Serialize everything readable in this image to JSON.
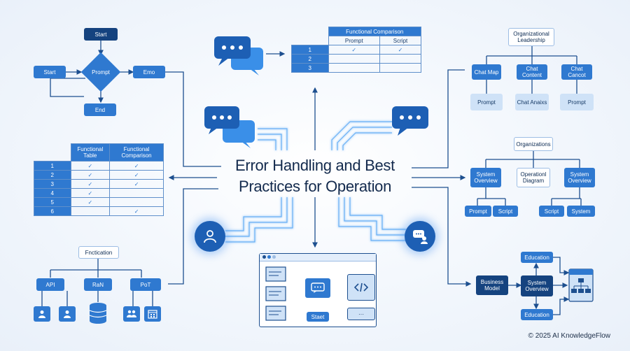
{
  "title": "Error Handling and Best Practices for Operation",
  "footer": "© 2025 AI KnowledgeFlow",
  "flowchart": {
    "start_top": "Start",
    "start_left": "Start",
    "decision": "Prompt",
    "right": "Emo",
    "end": "End"
  },
  "functional_table_left": {
    "headers": [
      "Functional Table",
      "Functional Comparison"
    ],
    "rows": [
      {
        "n": "1",
        "a": "✓",
        "b": "✓"
      },
      {
        "n": "2",
        "a": "✓",
        "b": "✓"
      },
      {
        "n": "3",
        "a": "✓",
        "b": "✓"
      },
      {
        "n": "4",
        "a": "✓",
        "b": ""
      },
      {
        "n": "5",
        "a": "✓",
        "b": ""
      },
      {
        "n": "6",
        "a": "",
        "b": "✓"
      }
    ]
  },
  "top_table": {
    "title": "Functional Comparison",
    "headers": [
      "Prompt",
      "Script"
    ],
    "rows": [
      {
        "n": "1",
        "a": "✓",
        "b": "✓"
      },
      {
        "n": "2",
        "a": "",
        "b": ""
      },
      {
        "n": "3",
        "a": "",
        "b": ""
      }
    ]
  },
  "functionality_tree": {
    "root": "Fnctication",
    "children": [
      "API",
      "RaN",
      "PoT"
    ]
  },
  "org_leadership": {
    "root": "Organizational Leadership",
    "level1": [
      "Chat Map",
      "Chat Content",
      "Chat Cancot"
    ],
    "level2": [
      "Prompt",
      "Chat Anaixs",
      "Prompt"
    ]
  },
  "organizations": {
    "root": "Organizations",
    "level1": [
      "System Overview",
      "Operationl Diagram",
      "System Overview"
    ],
    "level2": [
      "Prompt",
      "Script",
      "Script",
      "System"
    ]
  },
  "education_cluster": {
    "business": "Business Model",
    "system": "System Overview",
    "top": "Education",
    "bottom": "Education"
  },
  "center_workflow": {
    "start_label": "Staet",
    "more_label": "···"
  },
  "icons": [
    "chat-bubbles-icon",
    "user-icon",
    "chat-support-icon",
    "database-icon",
    "group-icon",
    "calendar-icon",
    "code-icon",
    "hierarchy-icon"
  ],
  "colors": {
    "dark": "#15437f",
    "mid": "#2f79d0",
    "light": "#cfe2f7",
    "glow": "#5aa8f5"
  }
}
